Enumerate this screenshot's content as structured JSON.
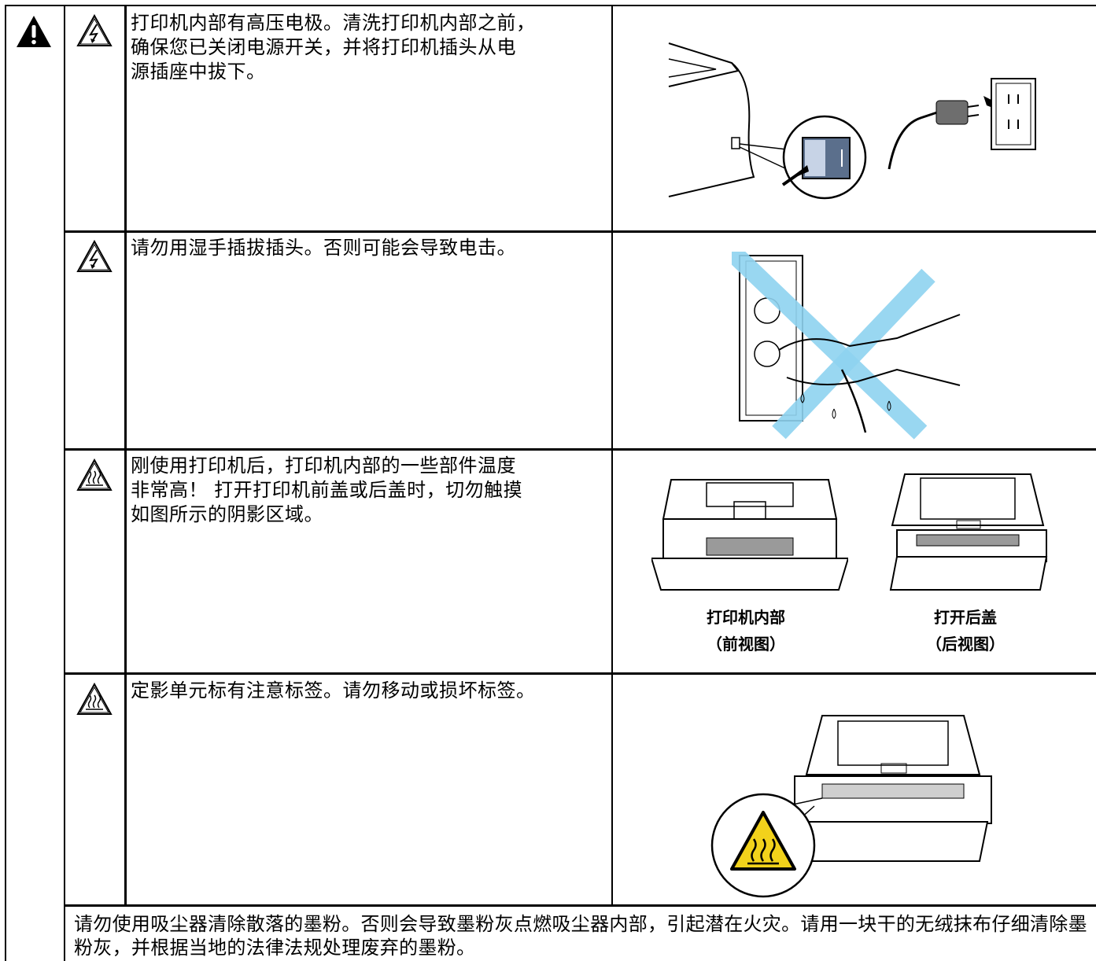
{
  "rows": [
    {
      "icon": "electric-shock-warning-icon",
      "text": "打印机内部有高压电极。清洗打印机内部之前，\n确保您已关闭电源开关，并将打印机插头从电\n源插座中拔下。"
    },
    {
      "icon": "electric-shock-warning-icon",
      "text": "请勿用湿手插拔插头。否则可能会导致电击。"
    },
    {
      "icon": "hot-surface-warning-icon",
      "text": "刚使用打印机后，打印机内部的一些部件温度\n非常高！ 打开打印机前盖或后盖时，切勿触摸\n如图所示的阴影区域。",
      "captions": [
        {
          "line1": "打印机内部",
          "line2": "（前视图）"
        },
        {
          "line1": "打开后盖",
          "line2": "（后视图）"
        }
      ]
    },
    {
      "icon": "hot-surface-warning-icon",
      "text": "定影单元标有注意标签。请勿移动或损坏标签。"
    }
  ],
  "bottom_note": "请勿使用吸尘器清除散落的墨粉。否则会导致墨粉灰点燃吸尘器内部，引起潜在火灾。请用一块干的无绒抹布仔细清除墨粉灰，并根据当地的法律法规处理废弃的墨粉。",
  "colors": {
    "x_mark": "#8fd3f0",
    "hot_label": "#f2d21b"
  }
}
